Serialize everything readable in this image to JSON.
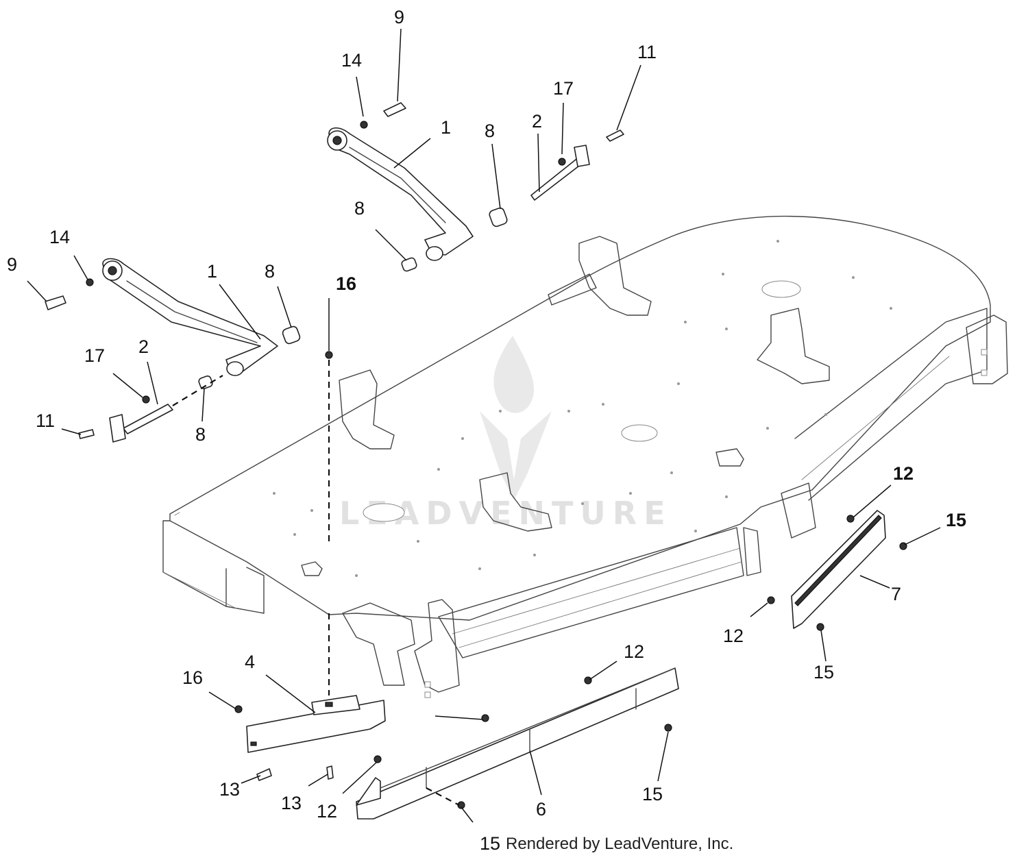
{
  "diagram": {
    "callouts": [
      {
        "id": "c9a",
        "text": "9"
      },
      {
        "id": "c14a",
        "text": "14"
      },
      {
        "id": "c1a",
        "text": "1"
      },
      {
        "id": "c8a",
        "text": "8"
      },
      {
        "id": "c2a",
        "text": "2"
      },
      {
        "id": "c17a",
        "text": "17"
      },
      {
        "id": "c11a",
        "text": "11"
      },
      {
        "id": "c8b",
        "text": "8"
      },
      {
        "id": "c14b",
        "text": "14"
      },
      {
        "id": "c9b",
        "text": "9"
      },
      {
        "id": "c1b",
        "text": "1"
      },
      {
        "id": "c8c",
        "text": "8"
      },
      {
        "id": "c16a",
        "text": "16"
      },
      {
        "id": "c17b",
        "text": "17"
      },
      {
        "id": "c2b",
        "text": "2"
      },
      {
        "id": "c11b",
        "text": "11"
      },
      {
        "id": "c8d",
        "text": "8"
      },
      {
        "id": "c12a",
        "text": "12"
      },
      {
        "id": "c15a",
        "text": "15"
      },
      {
        "id": "c7",
        "text": "7"
      },
      {
        "id": "c12b",
        "text": "12"
      },
      {
        "id": "c15b",
        "text": "15"
      },
      {
        "id": "c12c",
        "text": "12"
      },
      {
        "id": "c16b",
        "text": "16"
      },
      {
        "id": "c4",
        "text": "4"
      },
      {
        "id": "c15c",
        "text": "15"
      },
      {
        "id": "c13a",
        "text": "13"
      },
      {
        "id": "c13b",
        "text": "13"
      },
      {
        "id": "c12d",
        "text": "12"
      },
      {
        "id": "c6",
        "text": "6"
      },
      {
        "id": "c15d",
        "text": "15"
      }
    ],
    "watermark": "LEADVENTURE",
    "credit": "Rendered by LeadVenture, Inc."
  }
}
